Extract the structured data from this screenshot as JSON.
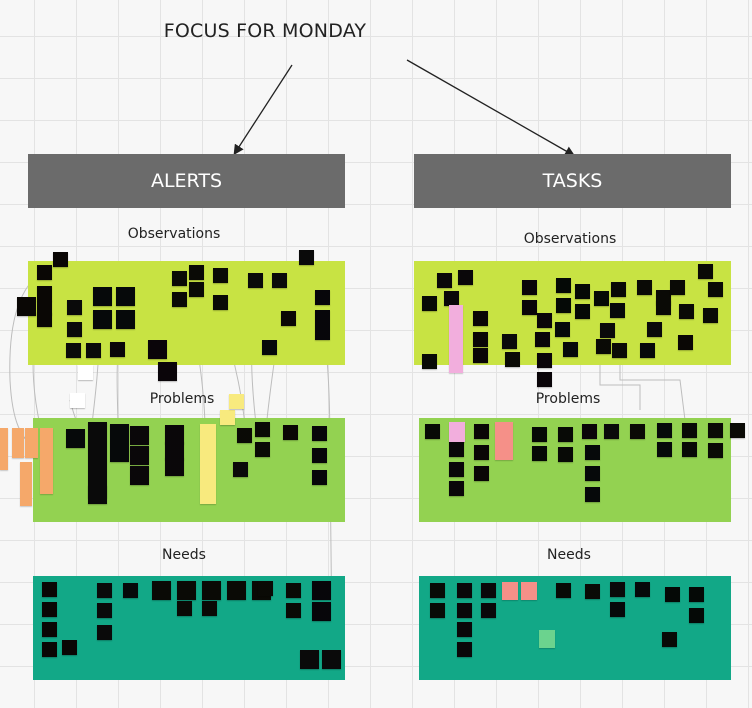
{
  "board": {
    "title": "FOCUS FOR MONDAY",
    "columns": [
      {
        "header": "ALERTS",
        "sections": [
          {
            "label": "Observations"
          },
          {
            "label": "Problems"
          },
          {
            "label": "Needs"
          }
        ]
      },
      {
        "header": "TASKS",
        "sections": [
          {
            "label": "Observations"
          },
          {
            "label": "Problems"
          },
          {
            "label": "Needs"
          }
        ]
      }
    ]
  },
  "colors": {
    "header_bar": "#6b6b6b",
    "observations_frame": "#c8e343",
    "problems_frame": "#93d251",
    "needs_frame": "#12a887",
    "sticky_orange": "#f5a86a",
    "sticky_yellow": "#f8ea7e",
    "sticky_blue": "#8fd4f0",
    "sticky_pink": "#f2aedd",
    "sticky_purple": "#a98ee8",
    "sticky_white": "#ffffff",
    "sticky_green": "#6bd38e",
    "sticky_lightgreen": "#c7ec9a",
    "sticky_magenta": "#e26fd0",
    "sticky_salmon": "#f59088"
  }
}
